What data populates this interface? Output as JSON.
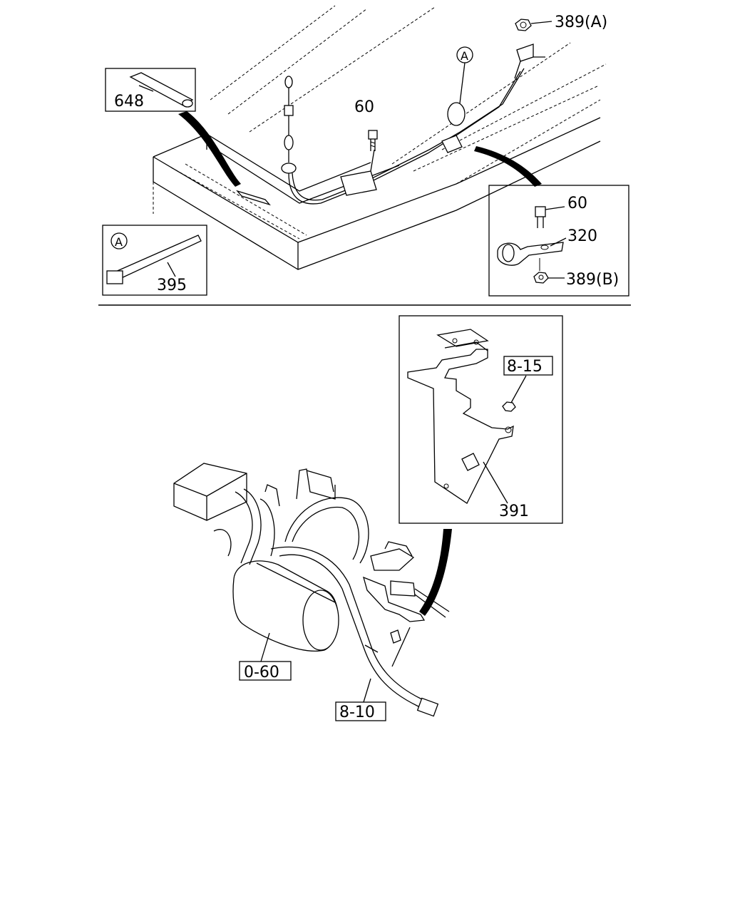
{
  "callouts": {
    "c389a": "389(A)",
    "c648": "648",
    "c60_top": "60",
    "cA_top": "A",
    "cA_inset": "A",
    "c395": "395",
    "c60_inset": "60",
    "c320": "320",
    "c389b": "389(B)",
    "c8_15": "8-15",
    "c391": "391",
    "c0_60": "0-60",
    "c8_10": "8-10"
  }
}
